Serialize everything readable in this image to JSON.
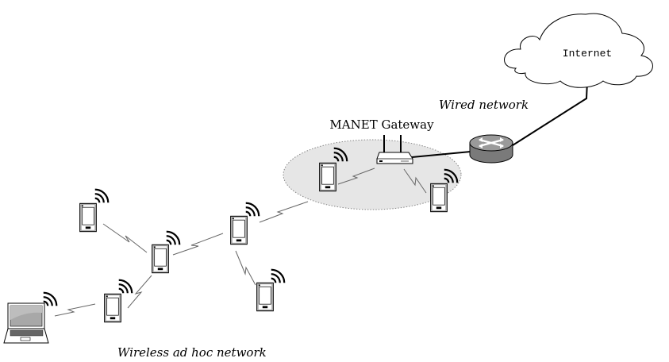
{
  "diagram": {
    "title": "MANET connected to the Internet through a gateway",
    "labels": {
      "internet": "Internet",
      "wired_network": "Wired network",
      "gateway": "MANET Gateway",
      "adhoc_network": "Wireless ad hoc network"
    },
    "colors": {
      "stroke": "#000000",
      "wireless_link": "#666666",
      "gateway_zone_fill": "#e6e6e6",
      "gateway_zone_border": "#888888",
      "router_top": "#9a9a9a",
      "router_side": "#7a7a7a",
      "laptop_screen": "#a8a8a8"
    },
    "nodes": [
      {
        "id": "phone-1",
        "type": "smartphone"
      },
      {
        "id": "phone-2",
        "type": "smartphone"
      },
      {
        "id": "phone-3",
        "type": "smartphone"
      },
      {
        "id": "phone-4",
        "type": "smartphone"
      },
      {
        "id": "phone-5",
        "type": "smartphone"
      },
      {
        "id": "phone-6",
        "type": "smartphone"
      },
      {
        "id": "phone-7",
        "type": "smartphone"
      },
      {
        "id": "laptop",
        "type": "laptop"
      },
      {
        "id": "gateway",
        "type": "wireless-access-point"
      },
      {
        "id": "router",
        "type": "router"
      },
      {
        "id": "internet",
        "type": "cloud"
      }
    ],
    "links": [
      {
        "from": "laptop",
        "to": "phone-2",
        "kind": "wireless"
      },
      {
        "from": "phone-2",
        "to": "phone-3",
        "kind": "wireless"
      },
      {
        "from": "phone-1",
        "to": "phone-3",
        "kind": "wireless"
      },
      {
        "from": "phone-3",
        "to": "phone-4",
        "kind": "wireless"
      },
      {
        "from": "phone-4",
        "to": "phone-5",
        "kind": "wireless"
      },
      {
        "from": "phone-4",
        "to": "phone-6",
        "kind": "wireless"
      },
      {
        "from": "phone-6",
        "to": "gateway",
        "kind": "wireless"
      },
      {
        "from": "gateway",
        "to": "phone-7",
        "kind": "wireless"
      },
      {
        "from": "gateway",
        "to": "router",
        "kind": "wired"
      },
      {
        "from": "router",
        "to": "internet",
        "kind": "wired"
      }
    ]
  }
}
